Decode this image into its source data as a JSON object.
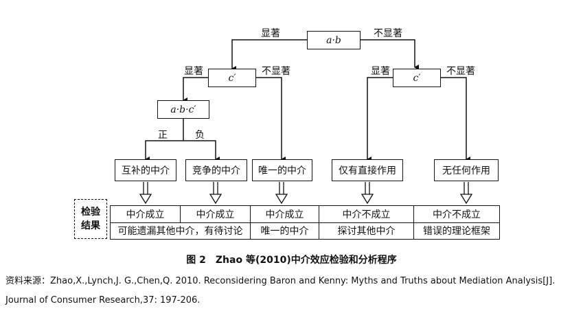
{
  "nodes": {
    "ab": "a·b",
    "c_left": "c′",
    "c_right": "c′",
    "abc": "a·b·c′"
  },
  "edge_labels": {
    "top_sig": "显著",
    "top_nonsig": "不显著",
    "left_sig": "显著",
    "left_nonsig": "不显著",
    "right_sig": "显著",
    "right_nonsig": "不显著",
    "positive": "正",
    "negative": "负"
  },
  "outcomes": [
    "互补的中介",
    "竞争的中介",
    "唯一的中介",
    "仅有直接作用",
    "无任何作用"
  ],
  "result_label": "检验结果",
  "results": {
    "row1": [
      "中介成立",
      "中介成立",
      "中介成立",
      "中介不成立",
      "中介不成立"
    ],
    "row2_merged": "可能遗漏其他中介，有待讨论",
    "row2": [
      "唯一的中介",
      "探讨其他中介",
      "错误的理论框架"
    ]
  },
  "caption": "图 2　Zhao 等(2010)中介效应检验和分析程序",
  "source": "资料来源：Zhao,X.,Lynch,J. G.,Chen,Q. 2010. Reconsidering Baron and Kenny: Myths and Truths about Mediation Analysis[J]. Journal of Consumer Research,37: 197-206."
}
